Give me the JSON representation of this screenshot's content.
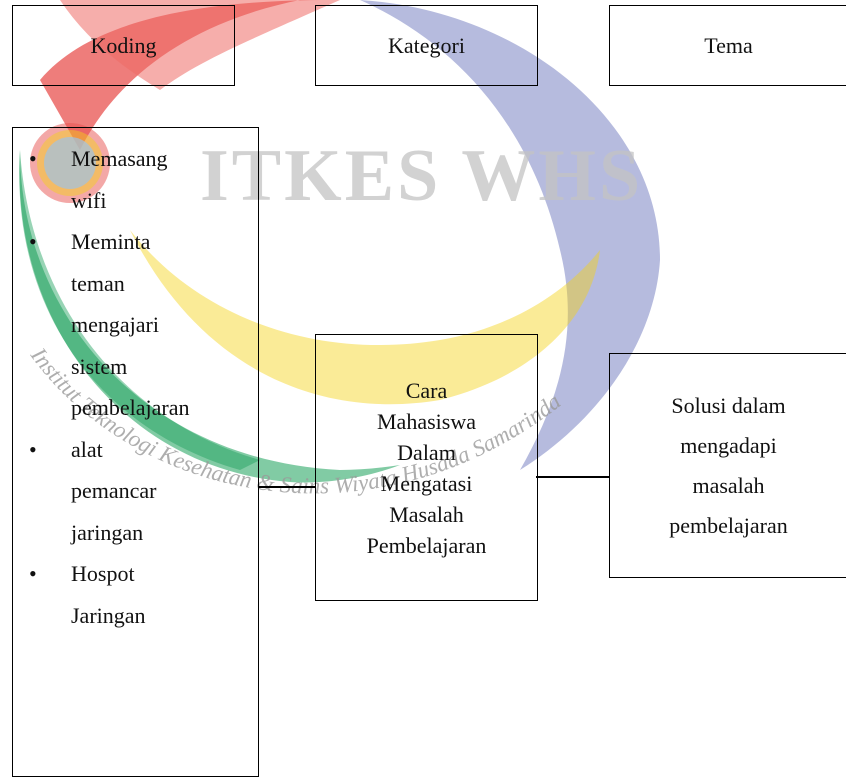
{
  "headers": {
    "coding": "Koding",
    "category": "Kategori",
    "theme": "Tema"
  },
  "coding_items": [
    {
      "line1": "Memasang",
      "line2": "wifi"
    },
    {
      "line1": "Meminta",
      "line2": "teman",
      "line3": "mengajari",
      "line4": "sistem",
      "line5": "pembelajaran"
    },
    {
      "line1": "alat",
      "line2": "pemancar",
      "line3": "jaringan"
    },
    {
      "line1": "Hospot",
      "line2": "Jaringan"
    }
  ],
  "category_box": [
    "Cara",
    "Mahasiswa",
    "Dalam",
    "Mengatasi",
    "Masalah",
    "Pembelajaran"
  ],
  "theme_box": [
    "Solusi dalam",
    "mengadapi",
    "masalah",
    "pembelajaran"
  ],
  "watermark": {
    "main": "ITKES WHS",
    "arc_text": "Institut Teknologi Kesehatan & Sains Wiyata Husada Samarinda",
    "colors": {
      "red": "#e8524f",
      "blue": "#3f4da8",
      "yellow": "#f5d318",
      "green": "#1aa05a"
    }
  },
  "bullet_glyph": "•"
}
